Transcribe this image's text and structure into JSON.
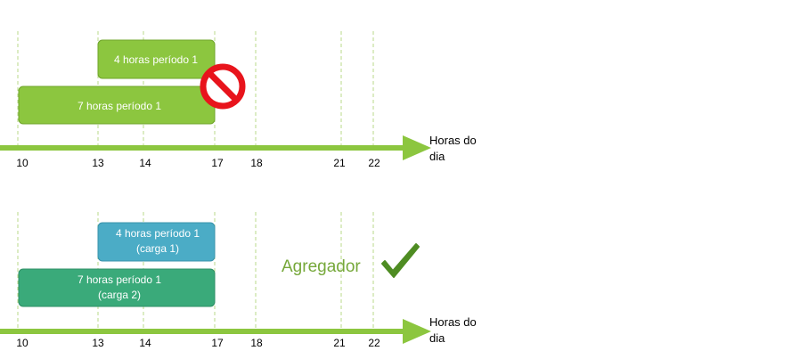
{
  "top_panel": {
    "bar_upper": {
      "label": "4 horas período 1",
      "start": 13,
      "end": 17
    },
    "bar_lower": {
      "label": "7 horas período 1",
      "start": 10,
      "end": 17
    },
    "icon": "prohibited-icon",
    "axis_label_line1": "Horas do",
    "axis_label_line2": "dia"
  },
  "bottom_panel": {
    "bar_upper": {
      "label_line1": "4 horas período 1",
      "label_line2": "(carga 1)",
      "start": 13,
      "end": 17
    },
    "bar_lower": {
      "label_line1": "7 horas período 1",
      "label_line2": "(carga 2)",
      "start": 10,
      "end": 17
    },
    "aggregator_label": "Agregador",
    "icon": "checkmark-icon",
    "axis_label_line1": "Horas do",
    "axis_label_line2": "dia"
  },
  "ticks": [
    "10",
    "13",
    "14",
    "17",
    "18",
    "21",
    "22"
  ],
  "colors": {
    "axis": "#8cc63f",
    "green_bar": "#8cc63f",
    "blue_bar": "#4bacc6",
    "teal_bar": "#3aaa7a",
    "prohibited": "#e8141c",
    "check": "#4e8c22",
    "aggregator_text": "#76a83a"
  }
}
